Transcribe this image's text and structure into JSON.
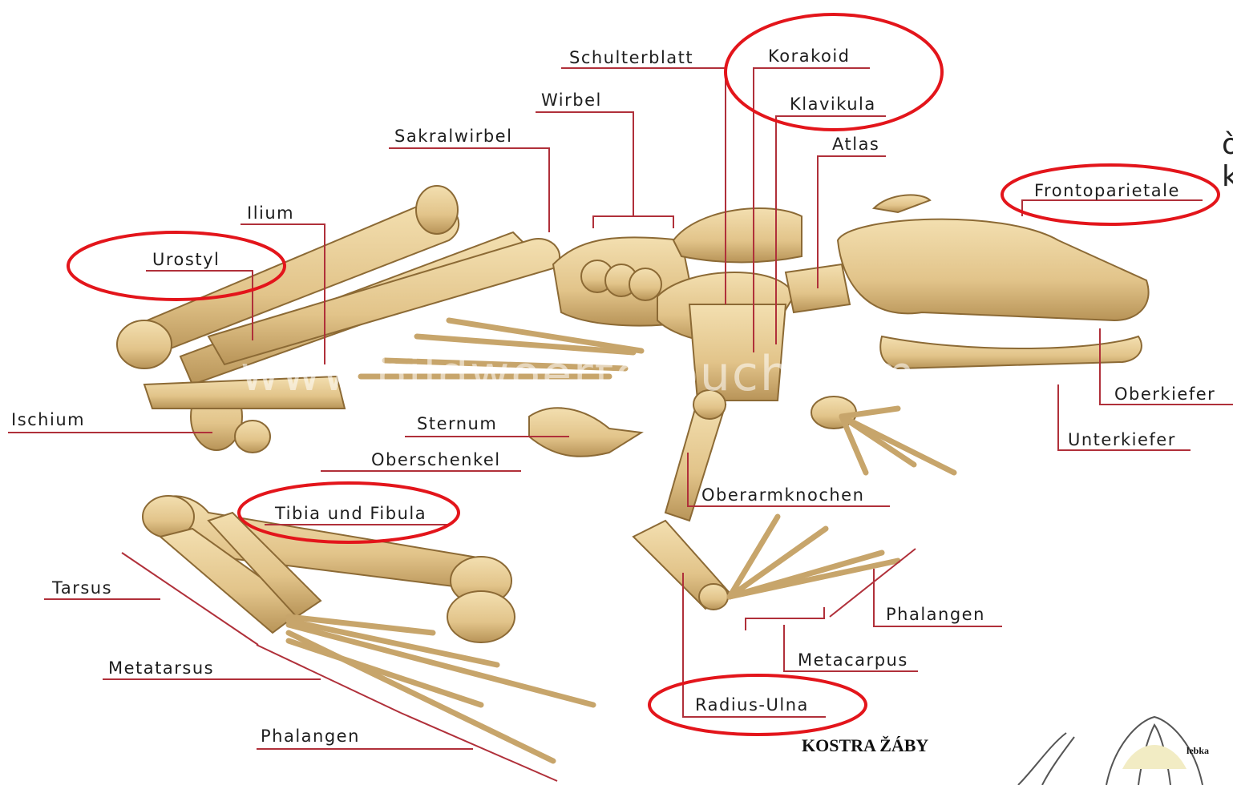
{
  "figure": {
    "title": "KOSTRA ŽÁBY",
    "watermark": "www.bildwoerterbuch.com",
    "inset_label": "lebka",
    "side_text_line1": "ò",
    "side_text_line2": "k"
  },
  "labels": {
    "schulterblatt": "Schulterblatt",
    "korakoid": "Korakoid",
    "wirbel": "Wirbel",
    "klavikula": "Klavikula",
    "sakralwirbel": "Sakralwirbel",
    "atlas": "Atlas",
    "frontoparietale": "Frontoparietale",
    "ilium": "Ilium",
    "urostyl": "Urostyl",
    "ischium": "Ischium",
    "sternum": "Sternum",
    "oberkiefer": "Oberkiefer",
    "unterkiefer": "Unterkiefer",
    "oberschenkel": "Oberschenkel",
    "tibia_fibula": "Tibia und Fibula",
    "oberarmknochen": "Oberarmknochen",
    "tarsus": "Tarsus",
    "phalangen_hand": "Phalangen",
    "metatarsus": "Metatarsus",
    "metacarpus": "Metacarpus",
    "radius_ulna": "Radius-Ulna",
    "phalangen_foot": "Phalangen"
  },
  "colors": {
    "bone": "#e8cf98",
    "bone_shade": "#b89458",
    "bone_outline": "#8c6a35",
    "leader_line": "#b0303a",
    "highlight_ellipse": "#e3151b"
  }
}
